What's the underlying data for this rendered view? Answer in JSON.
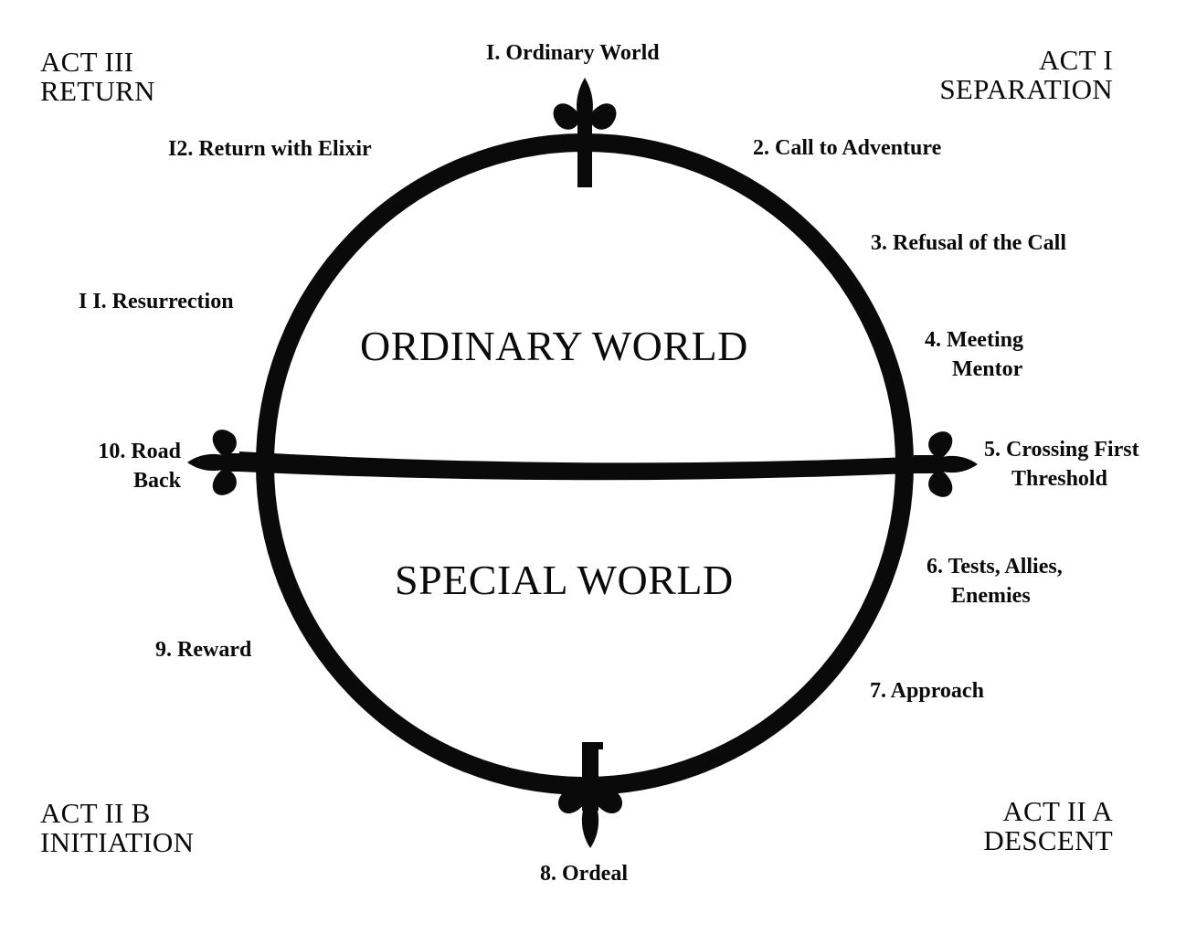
{
  "acts": {
    "act1": {
      "title": "ACT I",
      "subtitle": "SEPARATION"
    },
    "act2a": {
      "title": "ACT II A",
      "subtitle": "DESCENT"
    },
    "act2b": {
      "title": "ACT II B",
      "subtitle": "INITIATION"
    },
    "act3": {
      "title": "ACT III",
      "subtitle": "RETURN"
    }
  },
  "regions": {
    "upper": "ORDINARY WORLD",
    "lower": "SPECIAL WORLD"
  },
  "stages": [
    {
      "line1": "I. Ordinary World"
    },
    {
      "line1": "2. Call to Adventure"
    },
    {
      "line1": "3. Refusal of the Call"
    },
    {
      "line1": "4. Meeting",
      "line2": "Mentor"
    },
    {
      "line1": "5. Crossing First",
      "line2": "Threshold"
    },
    {
      "line1": "6. Tests, Allies,",
      "line2": "Enemies"
    },
    {
      "line1": "7. Approach"
    },
    {
      "line1": "8. Ordeal"
    },
    {
      "line1": "9. Reward"
    },
    {
      "line1": "10. Road",
      "line2": "Back"
    },
    {
      "line1": "I I. Resurrection"
    },
    {
      "line1": "I2. Return with Elixir"
    }
  ],
  "colors": {
    "ink": "#0a0a0a",
    "paper": "#ffffff"
  }
}
